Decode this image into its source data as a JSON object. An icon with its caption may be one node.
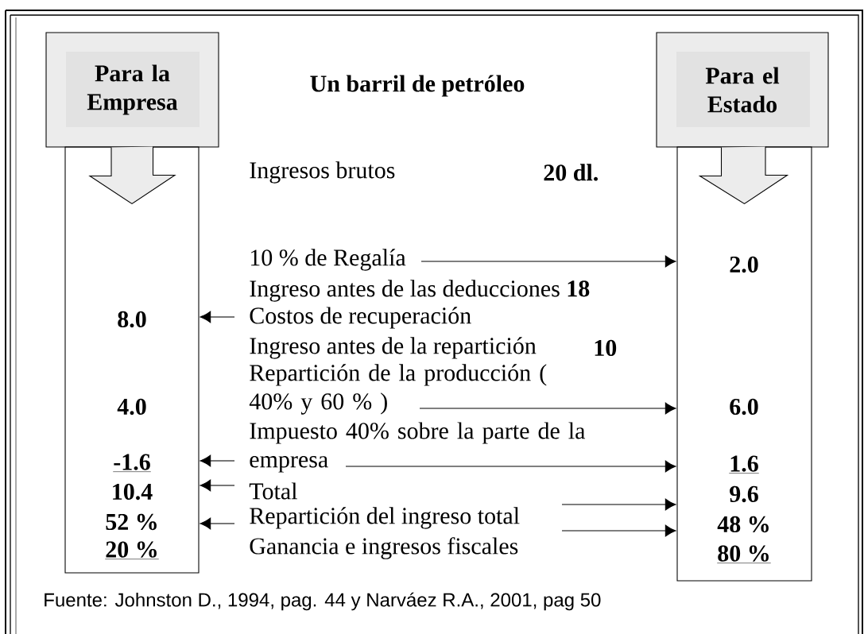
{
  "diagram": {
    "title": "Un barril de petróleo",
    "caption": "Fuente: Johnston D., 1994, pag. 44 y  Narváez R.A., 2001, pag 50",
    "nodes": [
      {
        "text": [
          "Para la Empresa"
        ]
      },
      {
        "text": [
          "Para el Estado"
        ]
      },
      {
        "text": [],
        "shape": "box"
      },
      {
        "text": [],
        "shape": "box"
      },
      {
        "text": [
          "10 % de Regalía"
        ]
      },
      {
        "text": [
          "Costos de recuperación"
        ]
      },
      {
        "text": [
          "Repartición de la producción ( 40% y 60 % )"
        ]
      },
      {
        "text": [
          "Impuesto 40% sobre la parte de la empresa"
        ]
      },
      {
        "text": [
          "Total"
        ]
      },
      {
        "text": [
          "Repartición del ingreso total"
        ]
      }
    ],
    "edges": [
      {
        "from": 0,
        "to": 2,
        "arrow": "to"
      },
      {
        "from": 1,
        "to": 3,
        "arrow": "to"
      },
      {
        "from": 4,
        "to": 3,
        "arrow": "to"
      },
      {
        "from": 5,
        "to": 2,
        "arrow": "to"
      },
      {
        "from": 6,
        "to": 3,
        "arrow": "to"
      },
      {
        "from": 7,
        "to": 2,
        "arrow": "to"
      },
      {
        "from": 7,
        "to": 3,
        "arrow": "to"
      },
      {
        "from": 8,
        "to": 2,
        "arrow": "to"
      },
      {
        "from": null,
        "to": 3,
        "arrow": "to"
      },
      {
        "from": 9,
        "to": 2,
        "arrow": "to"
      },
      {
        "from": 9,
        "to": 3,
        "arrow": "to"
      }
    ],
    "labels": [
      "Ingresos brutos",
      "20 dl.",
      "2.0",
      "Ingreso antes de las deducciones **18**",
      "8.0",
      "Ingreso antes de la repartición",
      "10",
      "4.0",
      "6.0",
      "-1.6",
      "1.6",
      "10.4",
      "9.6",
      "52 %",
      "48 %",
      "20 %",
      "Ganancia e ingresos fiscales",
      "80 %"
    ]
  }
}
